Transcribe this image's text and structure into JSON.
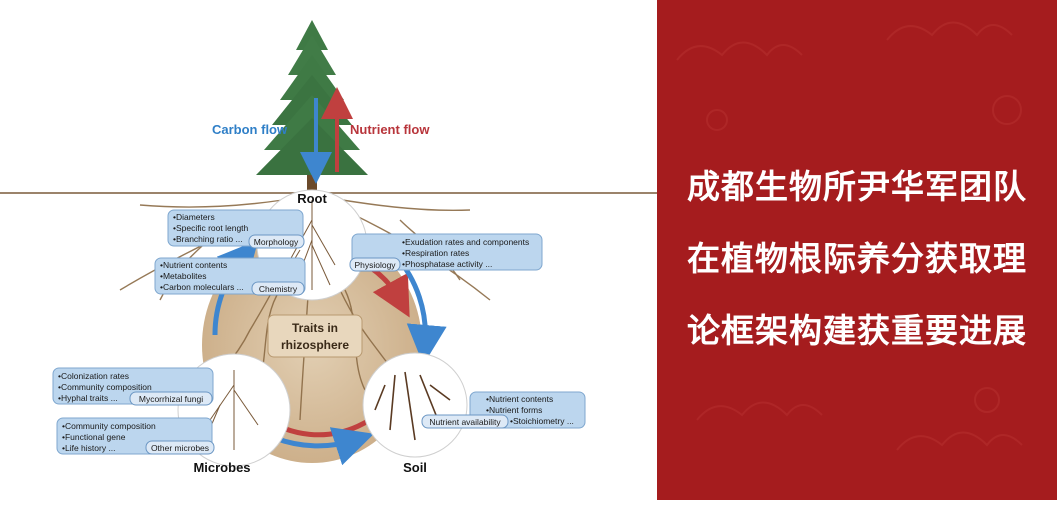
{
  "diagram": {
    "flows": {
      "carbon": "Carbon flow",
      "nutrient": "Nutrient flow"
    },
    "labels": {
      "root": "Root",
      "center_line1": "Traits in",
      "center_line2": "rhizosphere",
      "microbes": "Microbes",
      "soil": "Soil"
    },
    "groups": {
      "morphology": {
        "tag": "Morphology",
        "items": [
          "•Diameters",
          "•Specific root length",
          "•Branching ratio ..."
        ]
      },
      "chemistry": {
        "tag": "Chemistry",
        "items": [
          "•Nutrient contents",
          "•Metabolites",
          "•Carbon moleculars ..."
        ]
      },
      "physiology": {
        "tag": "Physiology",
        "items": [
          "•Exudation rates and components",
          "•Respiration rates",
          "•Phosphatase activity ..."
        ]
      },
      "mycorrhizal": {
        "tag": "Mycorrhizal fungi",
        "items": [
          "•Colonization rates",
          "•Community composition",
          "•Hyphal traits ..."
        ]
      },
      "other_microbes": {
        "tag": "Other microbes",
        "items": [
          "•Community composition",
          "•Functional gene",
          "•Life history ..."
        ]
      },
      "nutrient_availability": {
        "tag": "Nutrient availability",
        "items": [
          "•Nutrient contents",
          "•Nutrient forms",
          "•Stoichiometry ..."
        ]
      }
    }
  },
  "headline": {
    "line1": "成都生物所尹华军团队",
    "line2": "在植物根际养分获取理",
    "line3": "论框架构建获重要进展"
  },
  "colors": {
    "panel_red": "#a51c1e",
    "carbon_blue": "#2f7fc7",
    "nutrient_red": "#b8353b",
    "box_fill": "#bcd6ee",
    "soil_tan": "#d9c4a6",
    "tree_green": "#3f7a45"
  }
}
